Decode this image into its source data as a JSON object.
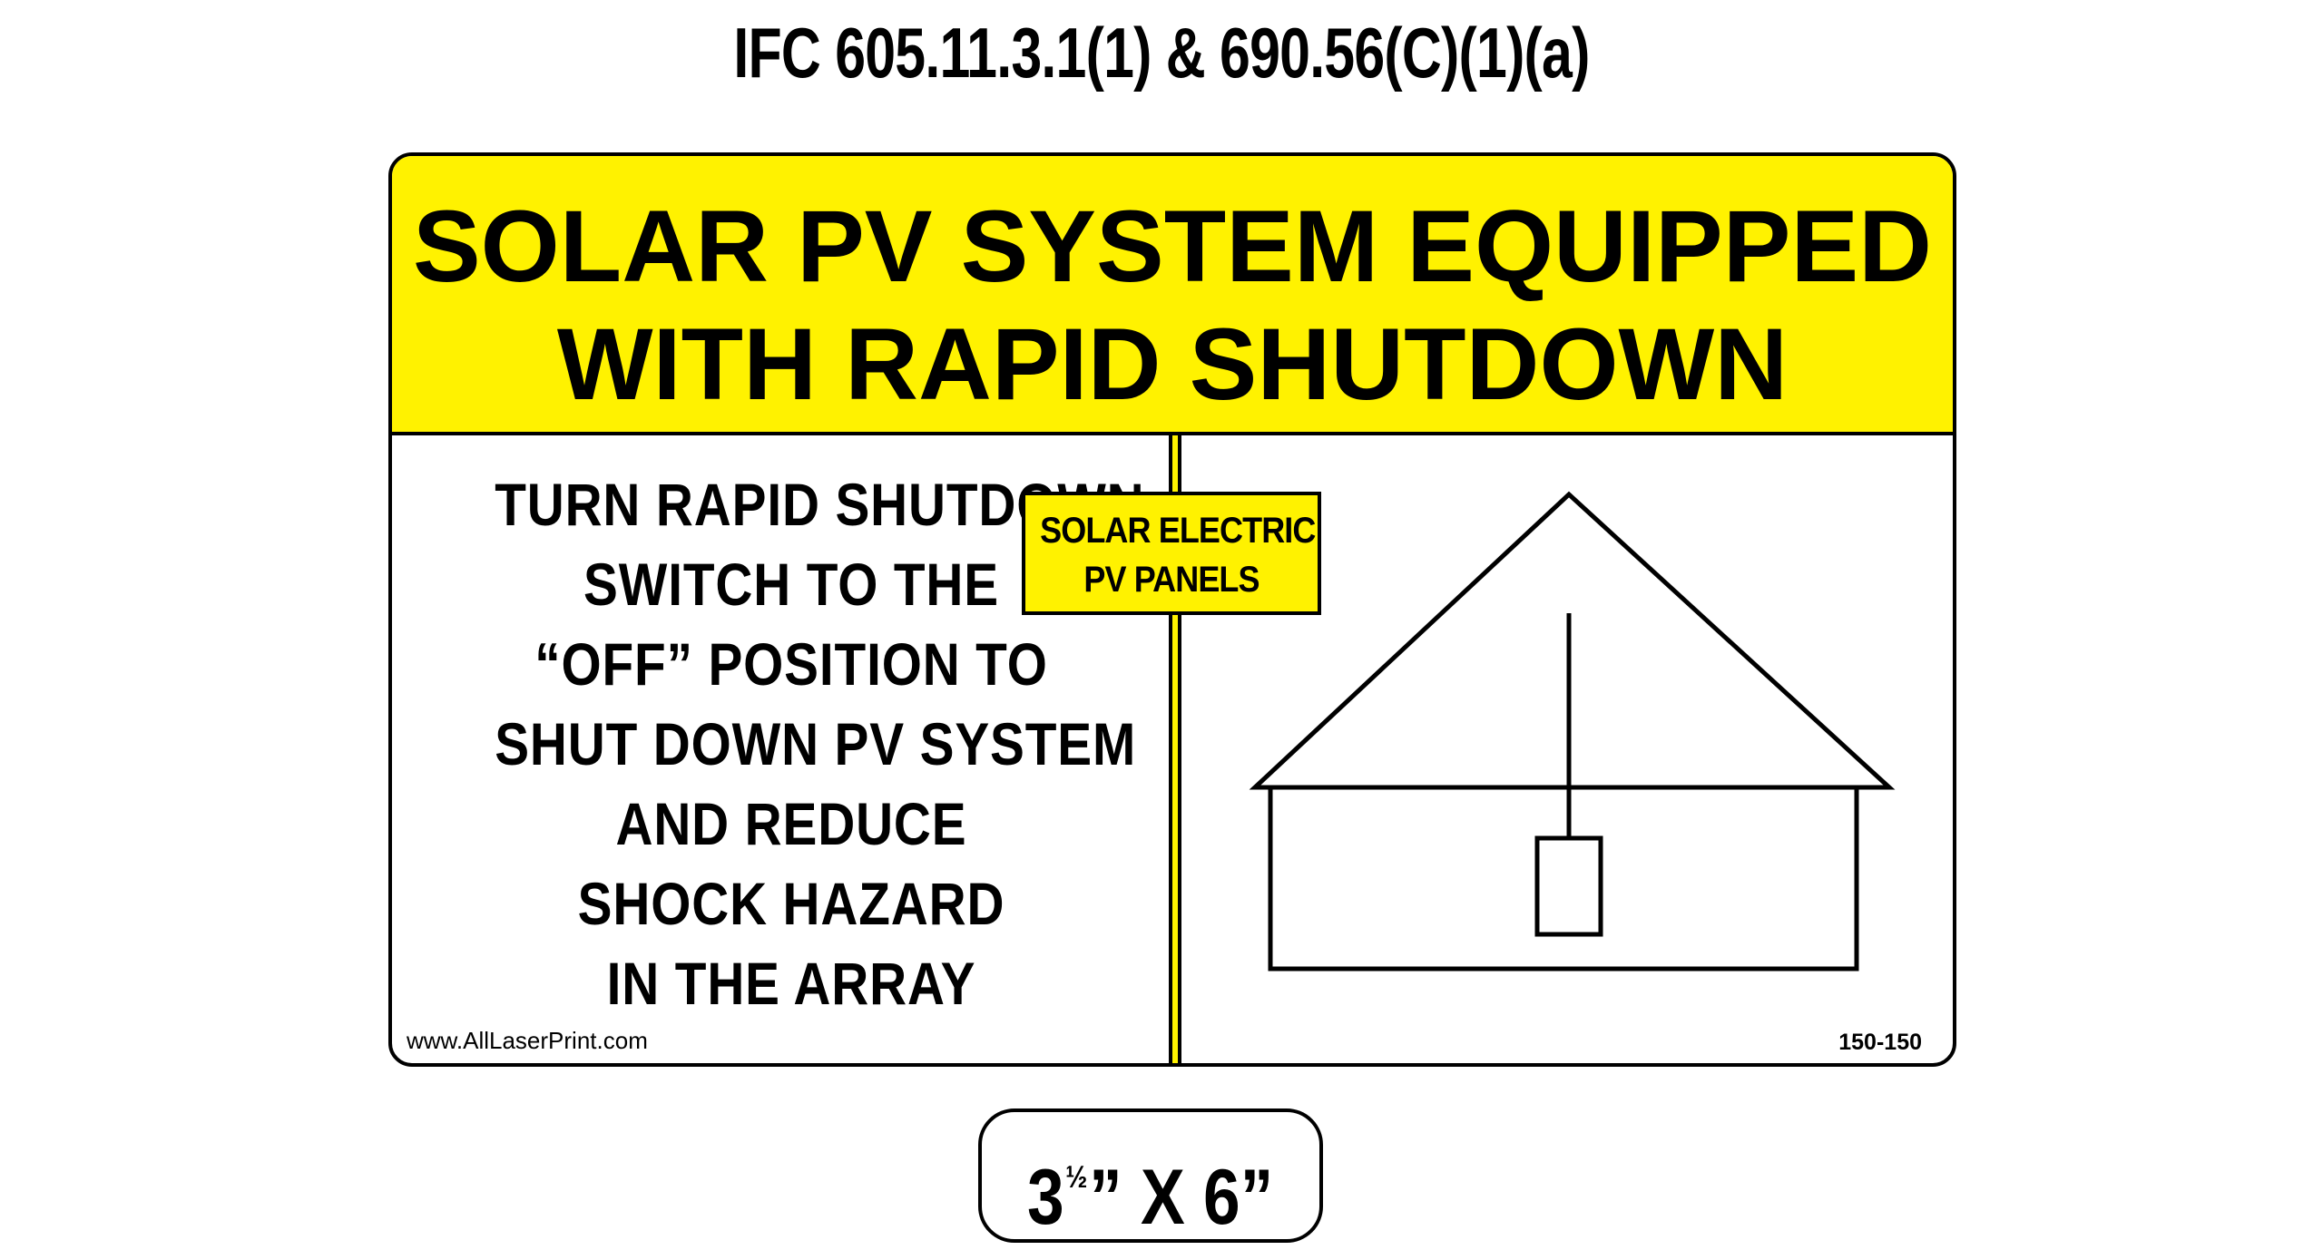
{
  "code_reference": "IFC 605.11.3.1(1) & 690.56(C)(1)(a)",
  "sign": {
    "header_lines": [
      "SOLAR PV SYSTEM EQUIPPED",
      "WITH RAPID SHUTDOWN"
    ],
    "instruction_lines": [
      "TURN RAPID SHUTDOWN",
      "SWITCH TO THE",
      "“OFF” POSITION TO",
      "SHUT DOWN PV SYSTEM",
      "AND REDUCE",
      "SHOCK HAZARD",
      "IN THE ARRAY"
    ],
    "diagram_label_lines": [
      "SOLAR ELECTRIC",
      "PV PANELS"
    ],
    "website": "www.AllLaserPrint.com",
    "part_number": "150-150",
    "colors": {
      "accent_yellow": "#fff200",
      "ink": "#000000",
      "background": "#ffffff"
    }
  },
  "size_badge": {
    "whole": "3",
    "fraction": "½",
    "rest": "” X  6”"
  },
  "icons": [
    "house-diagram-icon",
    "rapid-shutdown-switch-icon"
  ]
}
